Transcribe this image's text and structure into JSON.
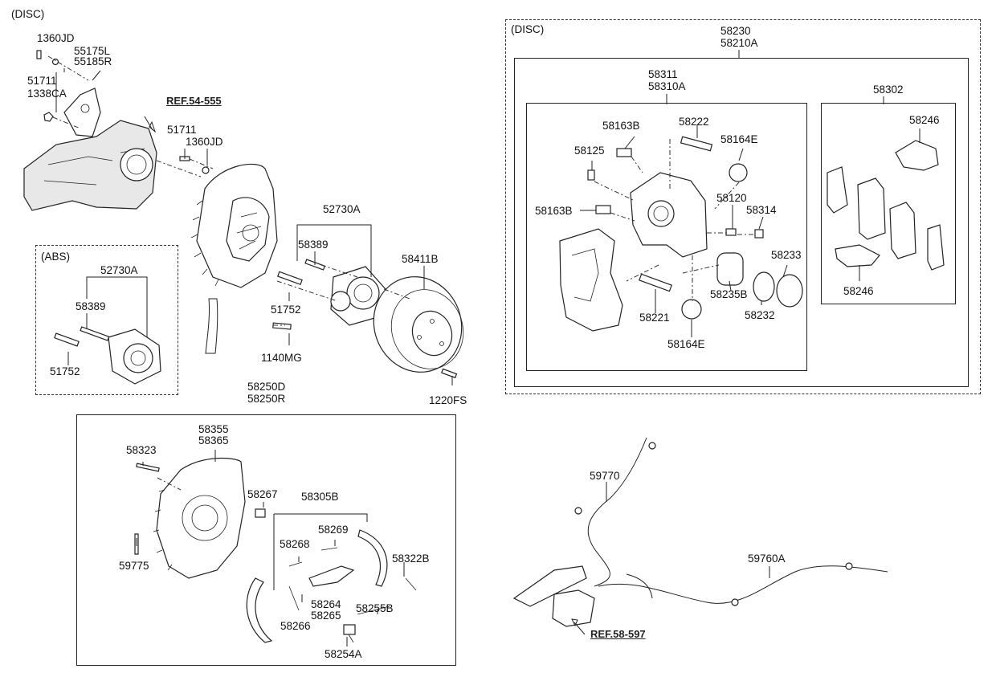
{
  "sections": {
    "top_left_title": "(DISC)",
    "abs_title": "(ABS)",
    "disc_right_title": "(DISC)"
  },
  "refs": {
    "ref_54": "REF.54-555",
    "ref_58": "REF.58-597"
  },
  "labels": {
    "p1360JD_a": "1360JD",
    "p55175L": "55175L",
    "p55185R": "55185R",
    "p51711_a": "51711",
    "p1338CA": "1338CA",
    "p51711_b": "51711",
    "p1360JD_b": "1360JD",
    "p52730A_a": "52730A",
    "p58389_a": "58389",
    "p58411B": "58411B",
    "p51752_a": "51752",
    "p1140MG": "1140MG",
    "p1220FS": "1220FS",
    "p52730A_b": "52730A",
    "p58389_b": "58389",
    "p51752_b": "51752",
    "p58250D": "58250D",
    "p58250R": "58250R",
    "p58355": "58355",
    "p58365": "58365",
    "p58323": "58323",
    "p58267": "58267",
    "p58305B": "58305B",
    "p58269": "58269",
    "p58268": "58268",
    "p58322B": "58322B",
    "p59775": "59775",
    "p58264": "58264",
    "p58265": "58265",
    "p58266": "58266",
    "p58255B": "58255B",
    "p58254A": "58254A",
    "p58230": "58230",
    "p58210A": "58210A",
    "p58311": "58311",
    "p58310A": "58310A",
    "p58302": "58302",
    "p58163B_a": "58163B",
    "p58222": "58222",
    "p58246_a": "58246",
    "p58125": "58125",
    "p58164E_a": "58164E",
    "p58120": "58120",
    "p58163B_b": "58163B",
    "p58314": "58314",
    "p58233": "58233",
    "p58235B": "58235B",
    "p58246_b": "58246",
    "p58221": "58221",
    "p58232": "58232",
    "p58164E_b": "58164E",
    "p59770": "59770",
    "p59760A": "59760A"
  }
}
